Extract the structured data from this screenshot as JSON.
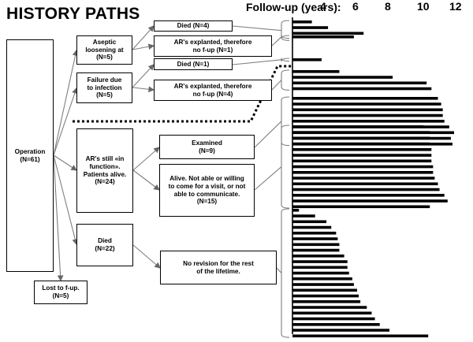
{
  "title": "HISTORY PATHS",
  "followup": {
    "label": "Follow-up (years):",
    "ticks": [
      4,
      6,
      8,
      10,
      12
    ]
  },
  "boxes": {
    "operation": "Operation\n(N=61)",
    "aseptic": "Aseptic\nloosening  at\n(N=5)",
    "infection": "Failure due\nto infection\n(N=5)",
    "alive": "AR's still «in\nfunction».\nPatients alive.\n(N=24)",
    "died_main": "Died\n(N=22)",
    "lost": "Lost to f-up.\n(N=5)",
    "aseptic_died": "Died (N=4)",
    "aseptic_explanted": "AR's explanted, therefore\nno f-up (N=1)",
    "infection_died": "Died (N=1)",
    "infection_explanted": "AR's explanted, therefore\nno f-up (N=4)",
    "examined": "Examined\n(N=9)",
    "not_able": "Alive. Not able or willing\nto  come for a visit, or not\nable to communicate.\n(N=15)",
    "no_revision": "No revision for the rest\nof the lifetime."
  },
  "chart_data": {
    "type": "bar",
    "orientation": "horizontal",
    "xlabel": "Follow-up (years):",
    "xticks": [
      4,
      6,
      8,
      10,
      12
    ],
    "groups": [
      {
        "name": "aseptic_died",
        "values": [
          3.2,
          4.2,
          6.4,
          2.0
        ]
      },
      {
        "name": "aseptic_explanted",
        "values": [
          5.8
        ]
      },
      {
        "name": "infection_died",
        "values": [
          3.8
        ]
      },
      {
        "name": "infection_explanted",
        "values": [
          4.9,
          8.2,
          10.3,
          10.6
        ]
      },
      {
        "name": "examined",
        "values": [
          11.0,
          11.2,
          11.3,
          11.3,
          11.4,
          11.7,
          12.0,
          11.8,
          11.9
        ]
      },
      {
        "name": "not_able",
        "values": [
          10.1,
          10.5,
          10.5,
          10.5,
          10.6,
          10.6,
          10.6,
          10.7,
          10.7,
          10.8,
          11.0,
          11.1,
          11.4,
          11.6,
          10.5
        ]
      },
      {
        "name": "no_revision",
        "values": [
          2.4,
          3.4,
          4.1,
          4.4,
          4.7,
          4.8,
          4.9,
          4.9,
          5.2,
          5.4,
          5.4,
          5.5,
          5.7,
          5.8,
          6.0,
          6.1,
          6.2,
          6.6,
          6.9,
          7.1,
          7.4,
          8.0,
          10.4
        ]
      }
    ]
  }
}
